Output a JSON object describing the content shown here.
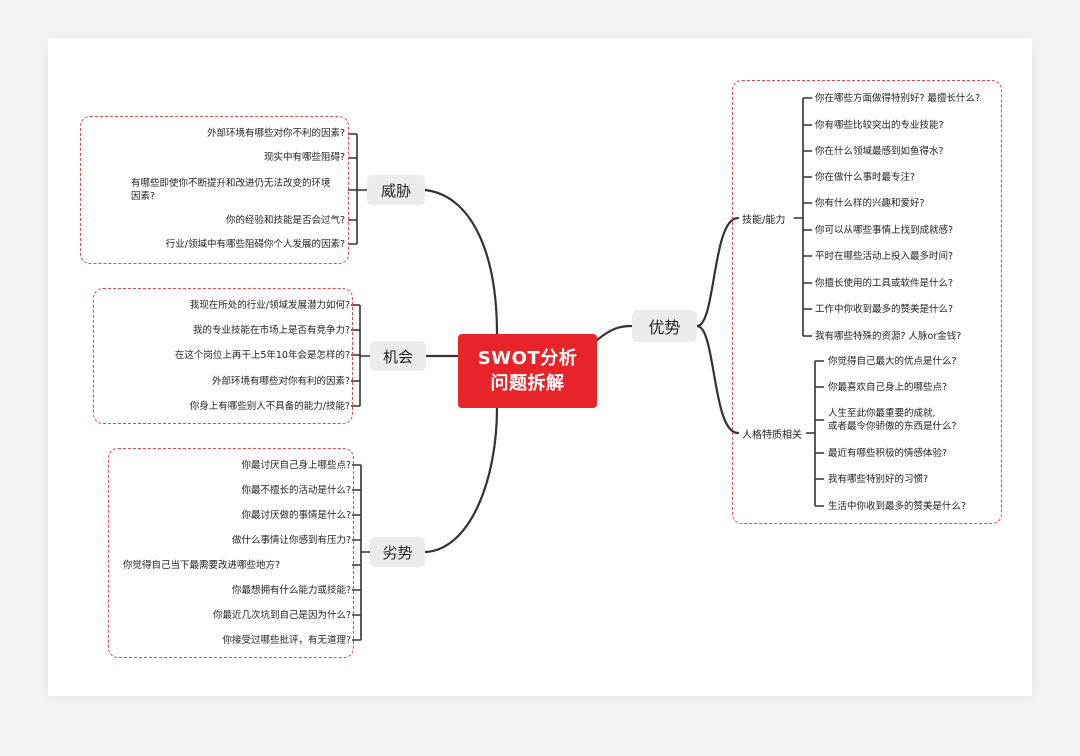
{
  "center": {
    "line1": "SWOT分析",
    "line2": "问题拆解"
  },
  "branches": {
    "threat": {
      "label": "威胁",
      "items": [
        "外部环境有哪些对你不利的因素?",
        "现实中有哪些阻碍?",
        "有哪些即使你不断提升和改进仍无法改变的环境",
        "因素?",
        "你的经验和技能是否会过气?",
        "行业/领域中有哪些阻碍你个人发展的因素?"
      ]
    },
    "opportunity": {
      "label": "机会",
      "items": [
        "我现在所处的行业/领域发展潜力如何?",
        "我的专业技能在市场上是否有竞争力?",
        "在这个岗位上再干上5年10年会是怎样的?",
        "外部环境有哪些对你有利的因素?",
        "你身上有哪些别人不具备的能力/技能?"
      ]
    },
    "weakness": {
      "label": "劣势",
      "items": [
        "你最讨厌自己身上哪些点?",
        "你最不擅长的活动是什么?",
        "你最讨厌做的事情是什么?",
        "做什么事情让你感到有压力?",
        "你觉得自己当下最需要改进哪些地方?",
        "你最想拥有什么能力或技能?",
        "你最近几次坑到自己是因为什么?",
        "你接受过哪些批评，有无道理?"
      ]
    },
    "strength": {
      "label": "优势",
      "subs": [
        {
          "label": "技能/能力",
          "items": [
            "你在哪些方面做得特别好? 最擅长什么?",
            "你有哪些比较突出的专业技能?",
            "你在什么领域最感到如鱼得水?",
            "你在做什么事时最专注?",
            "你有什么样的兴趣和爱好?",
            "你可以从哪些事情上找到成就感?",
            "平时在哪些活动上投入最多时间?",
            "你擅长使用的工具或软件是什么?",
            "工作中你收到最多的赞美是什么?",
            "我有哪些特殊的资源? 人脉or金钱?"
          ]
        },
        {
          "label": "人格特质相关",
          "items": [
            "你觉得自己最大的优点是什么?",
            "你最喜欢自己身上的哪些点?",
            "人生至此你最重要的成就,",
            "或者最令你骄傲的东西是什么?",
            "最近有哪些积极的情感体验?",
            "我有哪些特别好的习惯?",
            "生活中你收到最多的赞美是什么?"
          ]
        }
      ]
    }
  }
}
